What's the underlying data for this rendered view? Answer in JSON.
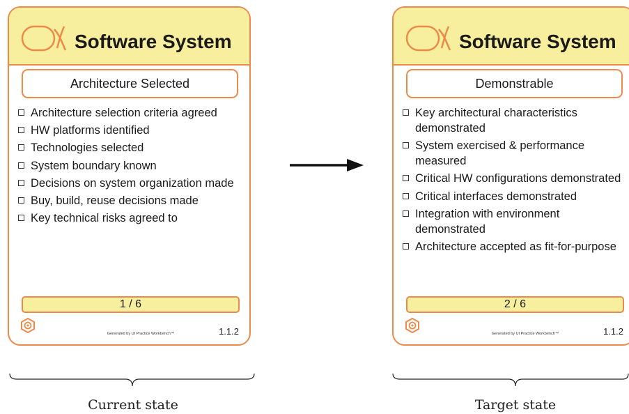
{
  "colors": {
    "card_border": "#ec8a4a",
    "header_fill": "#f7ee9e",
    "progress_fill": "#f7ee9e",
    "text": "#1a1a1a"
  },
  "icons": {
    "alpha": "alpha-icon",
    "practice": "hexagon-gear-icon",
    "arrow": "right-arrow-icon",
    "brace": "curly-brace-icon"
  },
  "cards": {
    "current": {
      "title": "Software System",
      "state": "Architecture Selected",
      "checklist": [
        "Architecture selection criteria agreed",
        "HW platforms identified",
        "Technologies selected",
        "System boundary known",
        "Decisions on system organization made",
        "Buy, build, reuse decisions made",
        "Key technical risks agreed to"
      ],
      "progress": "1 / 6",
      "generated_by": "Generated by UI Practice Workbench™",
      "version": "1.1.2"
    },
    "target": {
      "title": "Software System",
      "state": "Demonstrable",
      "checklist": [
        "Key architectural characteristics demonstrated",
        "System exercised & performance measured",
        "Critical HW configurations demonstrated",
        "Critical interfaces demonstrated",
        "Integration with environment demonstrated",
        "Architecture accepted as fit-for-purpose"
      ],
      "progress": "2 / 6",
      "generated_by": "Generated by UI Practice Workbench™",
      "version": "1.1.2"
    }
  },
  "captions": {
    "left": "Current state",
    "right": "Target state"
  }
}
